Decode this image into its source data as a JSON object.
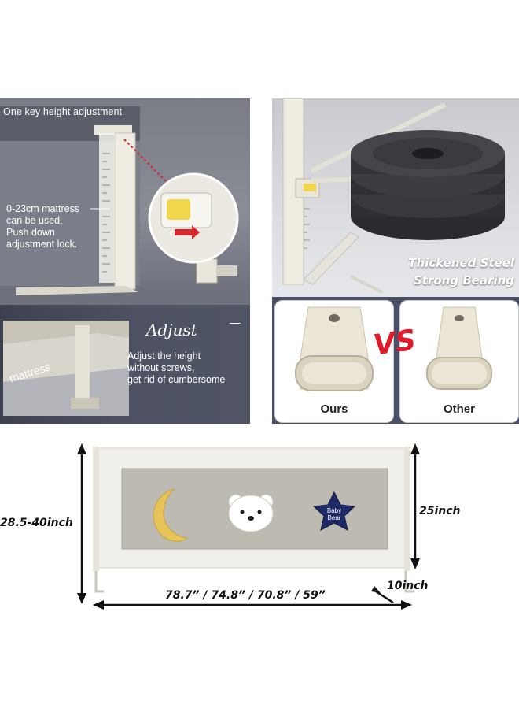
{
  "left_panel": {
    "one_key_title": "One key height adjustment",
    "mattress_range_text": "0-23cm mattress\ncan be used.\nPush down\nadjustment lock.",
    "adjust_heading": "Adjust",
    "adjust_description": "Adjust the height\nwithout screws,\nget rid of cumbersome",
    "mattress_label": "mattress",
    "lock_button_color": "#f2d64b"
  },
  "right_panel": {
    "bearing_title": "Thickened Steel\nStrong Bearing",
    "vs_label": "VS",
    "compare_left_label": "Ours",
    "compare_right_label": "Other",
    "vs_color": "#e0182a"
  },
  "product": {
    "star_badge_text": "Baby\nBear",
    "icons": [
      "moon-icon",
      "bear-face-icon",
      "star-badge-icon"
    ],
    "dimensions": {
      "height": "28.5-40inch",
      "rail_height": "25inch",
      "widths": "78.7” / 74.8” / 70.8” / 59”",
      "depth": "10inch"
    }
  }
}
